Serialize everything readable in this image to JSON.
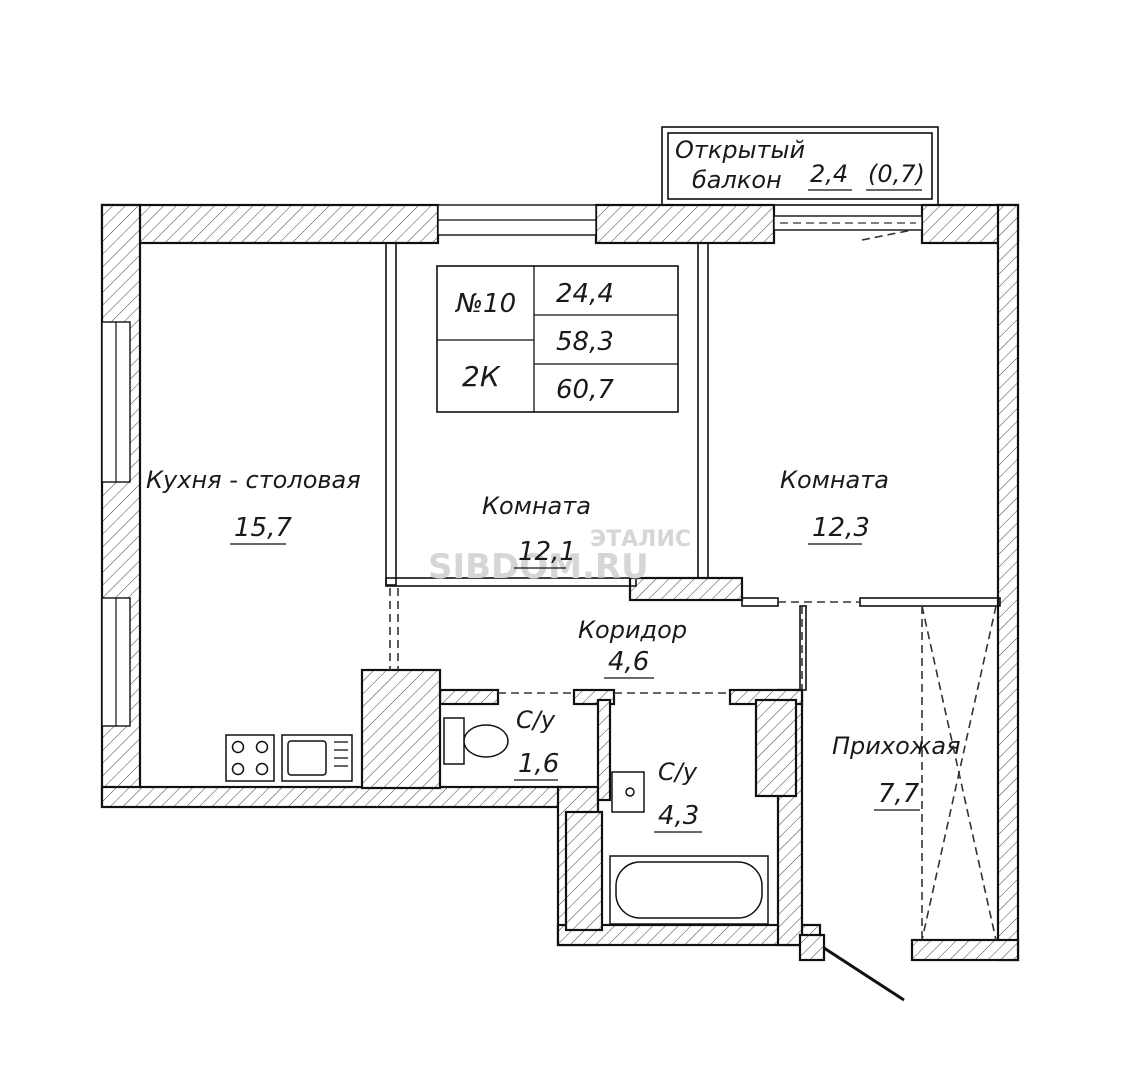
{
  "apartment": {
    "number": "№10",
    "type": "2К",
    "areas": [
      "24,4",
      "58,3",
      "60,7"
    ]
  },
  "balcony": {
    "label_line1": "Открытый",
    "label_line2": "балкон",
    "area": "2,4",
    "reduced_area": "(0,7)"
  },
  "rooms": {
    "kitchen": {
      "name": "Кухня - столовая",
      "area": "15,7"
    },
    "room_center": {
      "name": "Комната",
      "area": "12,1"
    },
    "room_right": {
      "name": "Комната",
      "area": "12,3"
    },
    "corridor": {
      "name": "Коридор",
      "area": "4,6"
    },
    "wc_small": {
      "name": "С/у",
      "area": "1,6"
    },
    "wc_bath": {
      "name": "С/у",
      "area": "4,3"
    },
    "hallway": {
      "name": "Прихожая",
      "area": "7,7"
    }
  },
  "watermark": {
    "line1": "ЭТАЛИС",
    "line2": "SIBDOM.RU"
  }
}
